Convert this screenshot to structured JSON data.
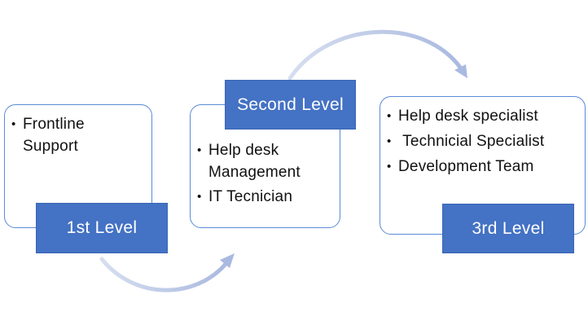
{
  "levels": [
    {
      "label": "1st Level",
      "items": [
        "Frontline Support"
      ]
    },
    {
      "label": "Second Level",
      "items": [
        "Help desk Management",
        "IT Tecnician"
      ]
    },
    {
      "label": "3rd Level",
      "items": [
        "Help desk specialist",
        " Technicial Specialist",
        "Development Team"
      ]
    }
  ],
  "colors": {
    "level_fill": "#4472c4",
    "box_border": "#5b8ad6",
    "arrow": "#b4c2e4"
  }
}
